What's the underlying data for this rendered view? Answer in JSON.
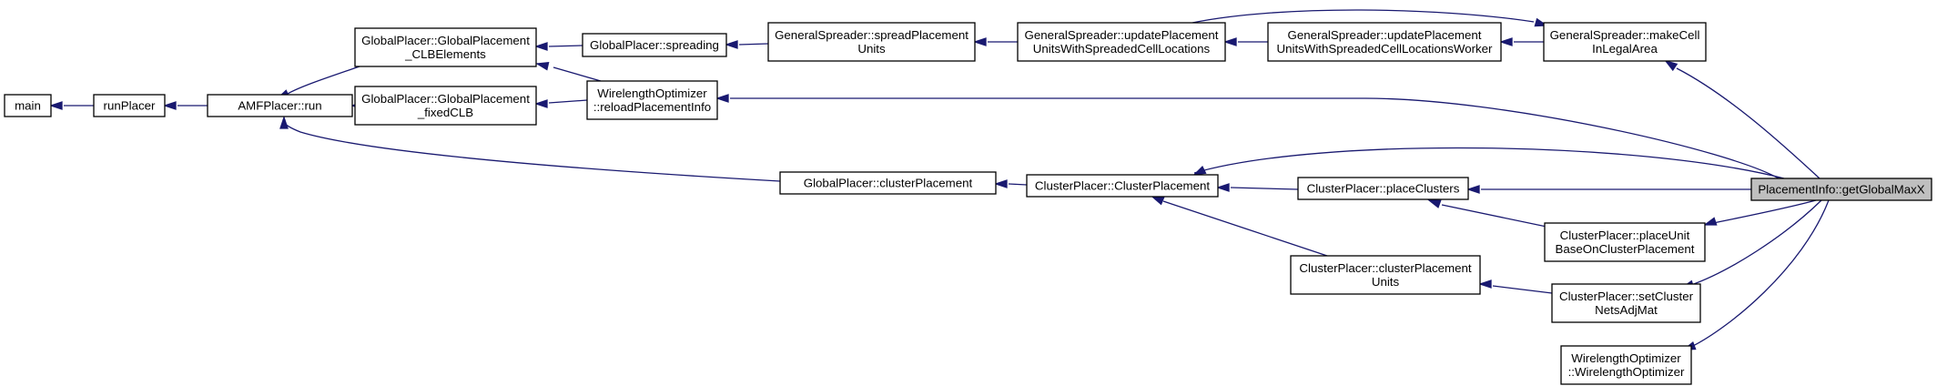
{
  "graph": {
    "kind": "call-graph",
    "focus": "PlacementInfo::getGlobalMaxX",
    "colors": {
      "edge": "#191970",
      "node_border": "#000000",
      "focus_fill": "#bfbfbf",
      "background": "#ffffff"
    },
    "nodes": [
      {
        "id": "main",
        "lines": [
          "main"
        ]
      },
      {
        "id": "runPlacer",
        "lines": [
          "runPlacer"
        ]
      },
      {
        "id": "amfRun",
        "lines": [
          "AMFPlacer::run"
        ]
      },
      {
        "id": "gpClb",
        "lines": [
          "GlobalPlacer::GlobalPlacement",
          "_CLBElements"
        ]
      },
      {
        "id": "gpFixed",
        "lines": [
          "GlobalPlacer::GlobalPlacement",
          "_fixedCLB"
        ]
      },
      {
        "id": "gpSpread",
        "lines": [
          "GlobalPlacer::spreading"
        ]
      },
      {
        "id": "woReload",
        "lines": [
          "WirelengthOptimizer",
          "::reloadPlacementInfo"
        ]
      },
      {
        "id": "gsSpread",
        "lines": [
          "GeneralSpreader::spreadPlacement",
          "Units"
        ]
      },
      {
        "id": "gsUpdate",
        "lines": [
          "GeneralSpreader::updatePlacement",
          "UnitsWithSpreadedCellLocations"
        ]
      },
      {
        "id": "gsWorker",
        "lines": [
          "GeneralSpreader::updatePlacement",
          "UnitsWithSpreadedCellLocationsWorker"
        ]
      },
      {
        "id": "gsMake",
        "lines": [
          "GeneralSpreader::makeCell",
          "InLegalArea"
        ]
      },
      {
        "id": "gpCluster",
        "lines": [
          "GlobalPlacer::clusterPlacement"
        ]
      },
      {
        "id": "cpCluster",
        "lines": [
          "ClusterPlacer::ClusterPlacement"
        ]
      },
      {
        "id": "cpPlace",
        "lines": [
          "ClusterPlacer::placeClusters"
        ]
      },
      {
        "id": "cpCpu",
        "lines": [
          "ClusterPlacer::clusterPlacement",
          "Units"
        ]
      },
      {
        "id": "cpUnit",
        "lines": [
          "ClusterPlacer::placeUnit",
          "BaseOnClusterPlacement"
        ]
      },
      {
        "id": "cpNets",
        "lines": [
          "ClusterPlacer::setCluster",
          "NetsAdjMat"
        ]
      },
      {
        "id": "woCtor",
        "lines": [
          "WirelengthOptimizer",
          "::WirelengthOptimizer"
        ]
      },
      {
        "id": "focus",
        "lines": [
          "PlacementInfo::getGlobalMaxX"
        ]
      }
    ],
    "edges": [
      {
        "from": "runPlacer",
        "to": "main"
      },
      {
        "from": "amfRun",
        "to": "runPlacer"
      },
      {
        "from": "gpClb",
        "to": "amfRun"
      },
      {
        "from": "gpFixed",
        "to": "amfRun"
      },
      {
        "from": "gpCluster",
        "to": "amfRun"
      },
      {
        "from": "gpSpread",
        "to": "gpClb"
      },
      {
        "from": "woReload",
        "to": "gpClb"
      },
      {
        "from": "woReload",
        "to": "gpFixed"
      },
      {
        "from": "gsSpread",
        "to": "gpSpread"
      },
      {
        "from": "gsUpdate",
        "to": "gsSpread"
      },
      {
        "from": "gsWorker",
        "to": "gsUpdate"
      },
      {
        "from": "gsMake",
        "to": "gsWorker"
      },
      {
        "from": "gsUpdate",
        "to": "gsMake"
      },
      {
        "from": "focus",
        "to": "gsMake"
      },
      {
        "from": "focus",
        "to": "woReload"
      },
      {
        "from": "cpCluster",
        "to": "gpCluster"
      },
      {
        "from": "cpPlace",
        "to": "cpCluster"
      },
      {
        "from": "cpCpu",
        "to": "cpCluster"
      },
      {
        "from": "focus",
        "to": "cpCluster"
      },
      {
        "from": "focus",
        "to": "cpPlace"
      },
      {
        "from": "cpUnit",
        "to": "cpPlace"
      },
      {
        "from": "focus",
        "to": "cpUnit"
      },
      {
        "from": "cpNets",
        "to": "cpCpu"
      },
      {
        "from": "focus",
        "to": "cpNets"
      },
      {
        "from": "focus",
        "to": "woCtor"
      }
    ]
  }
}
